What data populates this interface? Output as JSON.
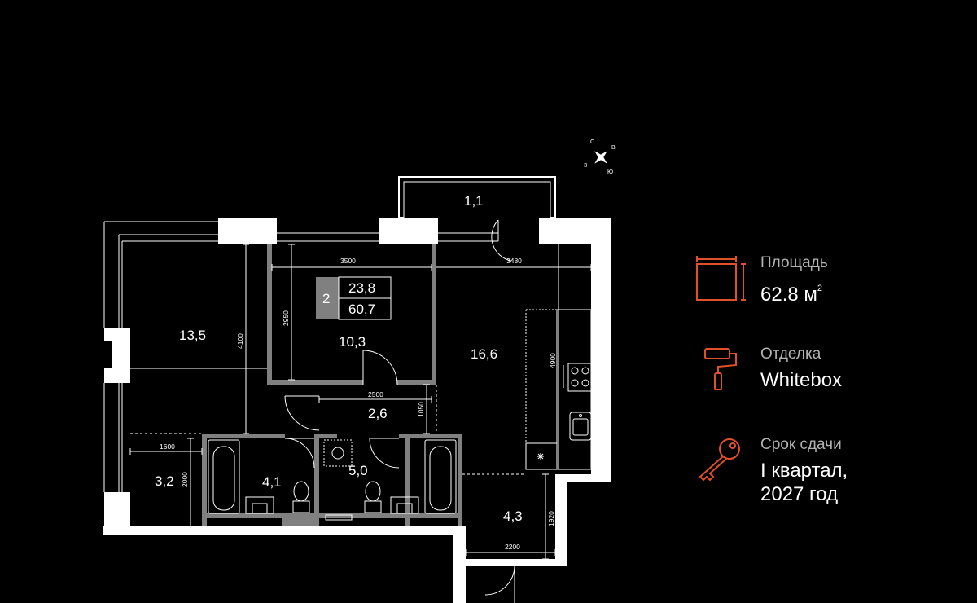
{
  "compass": {
    "north": "С",
    "east": "В",
    "south": "Ю",
    "west": "З"
  },
  "apartment": {
    "rooms": "2",
    "living_area": "23,8",
    "total_area": "60,7"
  },
  "rooms": {
    "balcony": "1,1",
    "bedroom": "13,5",
    "room": "10,3",
    "kitchen_living": "16,6",
    "hall": "2,6",
    "storage": "3,2",
    "bathroom_1": "4,1",
    "bathroom_2": "5,0",
    "entrance": "4,3"
  },
  "dimensions": {
    "room_width": "3500",
    "kitchen_width": "3480",
    "room_depth": "2950",
    "bedroom_depth": "4100",
    "kitchen_depth": "4900",
    "hall_width": "2500",
    "hall_depth": "1050",
    "storage_width": "1600",
    "storage_depth": "2000",
    "entrance_width": "2200",
    "entrance_depth": "1920"
  },
  "info": {
    "area": {
      "label": "Площадь",
      "value": "62.8 м",
      "unit_sup": "2",
      "icon": "area-icon"
    },
    "finish": {
      "label": "Отделка",
      "value": "Whitebox",
      "icon": "paint-roller-icon"
    },
    "deadline": {
      "label": "Срок сдачи",
      "value_line1": "I квартал,",
      "value_line2": "2027 год",
      "icon": "key-icon"
    }
  },
  "colors": {
    "background": "#000000",
    "wall": "#ffffff",
    "accent": "#e0502b",
    "muted_text": "#b3b3b3",
    "badge": "#808080"
  }
}
